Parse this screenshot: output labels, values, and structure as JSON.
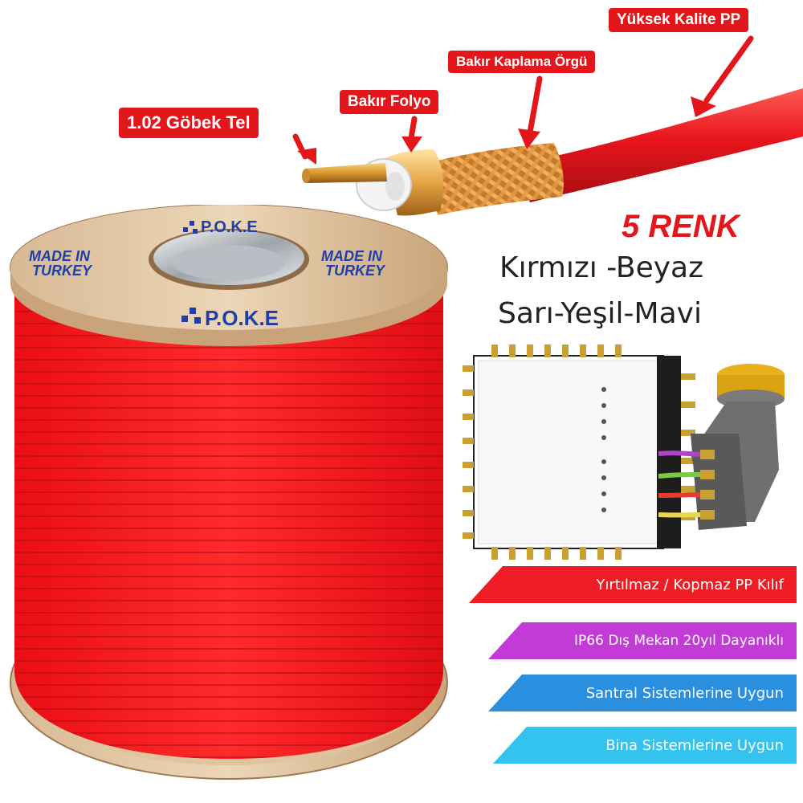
{
  "cable_diagram": {
    "labels": {
      "core": "1.02 Göbek Tel",
      "foil": "Bakır Folyo",
      "braid": "Bakır Kaplama Örgü",
      "jacket": "Yüksek Kalite PP"
    },
    "label_color": "#e3161b"
  },
  "spool": {
    "brand": "P.O.K.E",
    "made_in": "MADE IN TURKEY",
    "cable_color": "#ee1c24"
  },
  "colors": {
    "title": "5 RENK",
    "line1": "Kırmızı -Beyaz",
    "line2": "Sarı-Yeşil-Mavi"
  },
  "features": {
    "f1": "Yırtılmaz / Kopmaz PP Kılıf",
    "f2": "IP66 Dış Mekan 20yıl Dayanıklı",
    "f3": "Santral Sistemlerine Uygun",
    "f4": "Bina Sistemlerine Uygun"
  },
  "equipment_icons": [
    "multiswitch-icon",
    "lnb-icon"
  ]
}
